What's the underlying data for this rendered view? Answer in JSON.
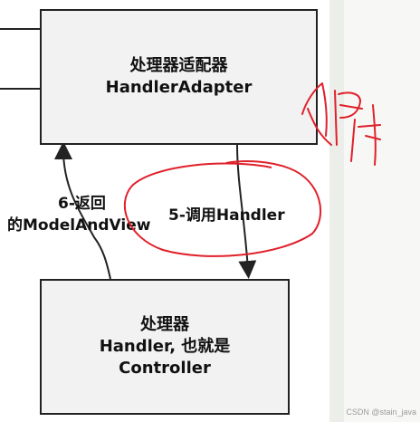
{
  "diagram": {
    "adapter_box": {
      "line1": "处理器适配器",
      "line2": "HandlerAdapter"
    },
    "handler_box": {
      "line1": "处理器",
      "line2": "Handler, 也就是",
      "line3": "Controller"
    },
    "return_label": {
      "line1": "6-返回",
      "line2": "的ModelAndView"
    },
    "call_label": "5-调用Handler",
    "watermark": "CSDN @stain_java",
    "colors": {
      "box_fill": "#f2f2f2",
      "box_border": "#222222",
      "annotation": "#e0202a",
      "panel": "#f7f8f6"
    }
  }
}
